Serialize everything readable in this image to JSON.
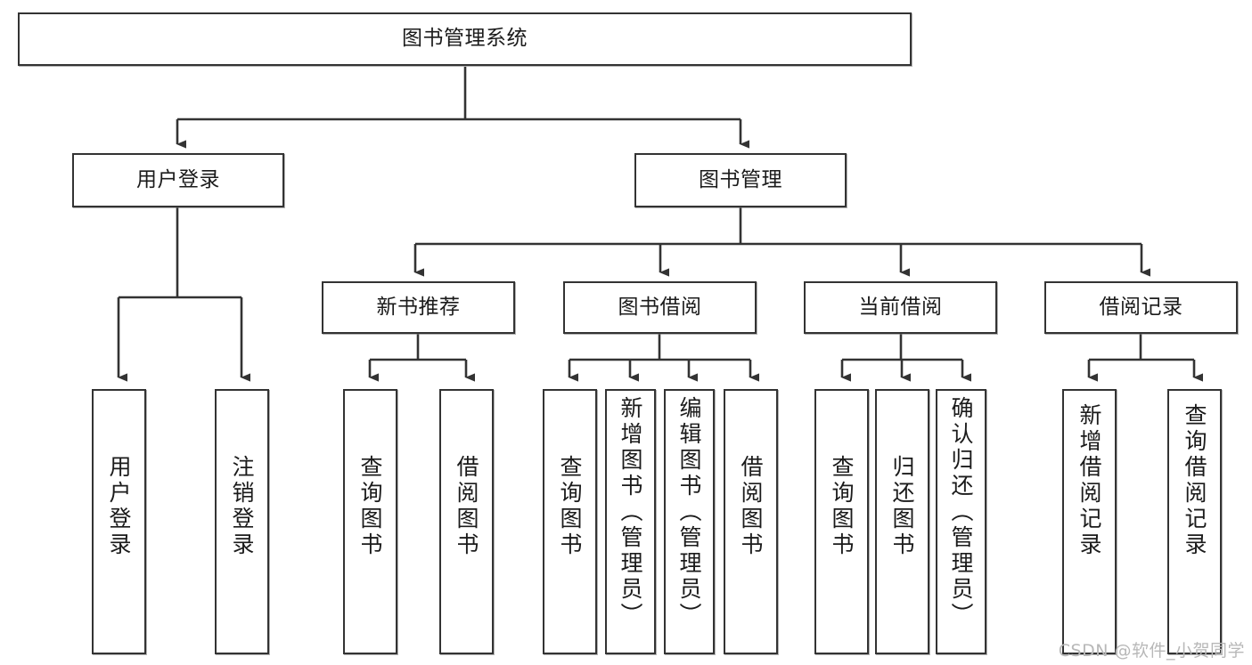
{
  "diagram": {
    "type": "tree",
    "title": "图书管理系统",
    "watermark": "CSDN @软件_小贺同学",
    "colors": {
      "border": "#333333",
      "background": "#ffffff",
      "edge": "#333333",
      "text": "#1b1b1b",
      "watermark": "#b8b8b8"
    },
    "nodes": {
      "root": {
        "label": "图书管理系统"
      },
      "level1": [
        {
          "label": "用户登录"
        },
        {
          "label": "图书管理"
        }
      ],
      "level2": [
        {
          "label": "新书推荐"
        },
        {
          "label": "图书借阅"
        },
        {
          "label": "当前借阅"
        },
        {
          "label": "借阅记录"
        }
      ],
      "leaves_user_login": [
        {
          "label": "用户登录"
        },
        {
          "label": "注销登录"
        }
      ],
      "leaves_new_book": [
        {
          "label": "查询图书"
        },
        {
          "label": "借阅图书"
        }
      ],
      "leaves_borrow": [
        {
          "label": "查询图书"
        },
        {
          "label": "新增图书（管理员）"
        },
        {
          "label": "编辑图书（管理员）"
        },
        {
          "label": "借阅图书"
        }
      ],
      "leaves_current": [
        {
          "label": "查询图书"
        },
        {
          "label": "归还图书"
        },
        {
          "label": "确认归还（管理员）"
        }
      ],
      "leaves_records": [
        {
          "label": "新增借阅记录"
        },
        {
          "label": "查询借阅记录"
        }
      ]
    }
  }
}
